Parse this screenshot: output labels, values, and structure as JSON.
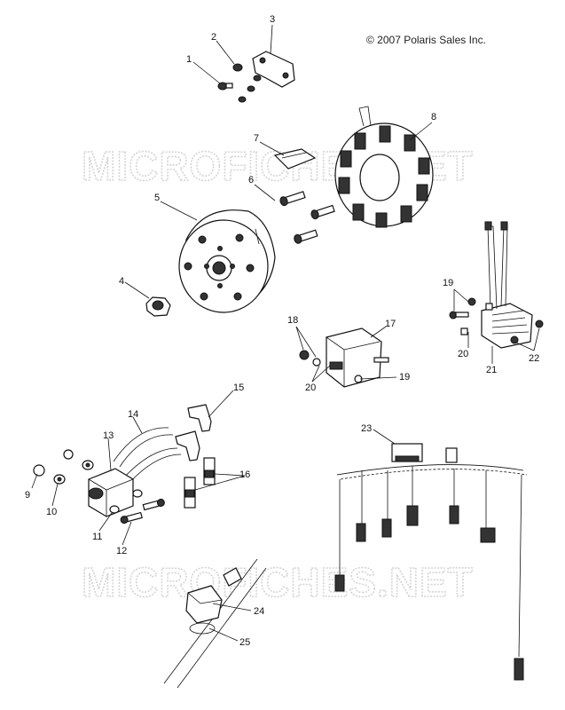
{
  "copyright": "© 2007 Polaris Sales Inc.",
  "watermarks": [
    "MICROFICHES.NET",
    "MICROFICHES.NET"
  ],
  "callouts": [
    "1",
    "2",
    "3",
    "4",
    "5",
    "6",
    "7",
    "8",
    "9",
    "10",
    "11",
    "12",
    "13",
    "14",
    "15",
    "16",
    "17",
    "18",
    "19",
    "19",
    "20",
    "20",
    "21",
    "22",
    "23",
    "24",
    "25"
  ]
}
